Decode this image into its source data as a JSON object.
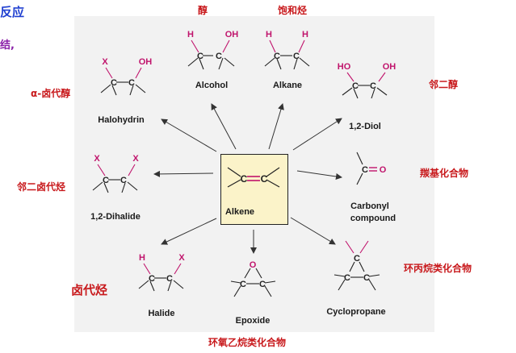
{
  "edge_text": {
    "top_left": "反应",
    "second_left": "结,"
  },
  "center": {
    "label": "Alkene"
  },
  "products": [
    {
      "id": "alcohol",
      "label": "Alcohol",
      "chinese": "醇"
    },
    {
      "id": "alkane",
      "label": "Alkane",
      "chinese": "饱和烃"
    },
    {
      "id": "diol",
      "label": "1,2-Diol",
      "chinese": "邻二醇"
    },
    {
      "id": "carbonyl",
      "label": "Carbonyl compound",
      "label_line1": "Carbonyl",
      "label_line2": "compound",
      "chinese": "羰基化合物"
    },
    {
      "id": "cyclopropane",
      "label": "Cyclopropane",
      "chinese": "环丙烷类化合物"
    },
    {
      "id": "epoxide",
      "label": "Epoxide",
      "chinese": "环氧乙烷类化合物"
    },
    {
      "id": "halide",
      "label": "Halide",
      "chinese": "卤代烃"
    },
    {
      "id": "dihalide",
      "label": "1,2-Dihalide",
      "chinese": "邻二卤代烃"
    },
    {
      "id": "halohydrin",
      "label": "Halohydrin",
      "chinese": "α-卤代醇"
    }
  ],
  "atoms": {
    "H": "H",
    "OH": "OH",
    "HO": "HO",
    "X": "X",
    "O": "O",
    "C": "C"
  },
  "colors": {
    "substituent": "#c0146c",
    "chinese_label": "#c8191c",
    "center_fill": "#fbf3c9",
    "panel": "#f2f2f2",
    "bond": "#222222"
  }
}
